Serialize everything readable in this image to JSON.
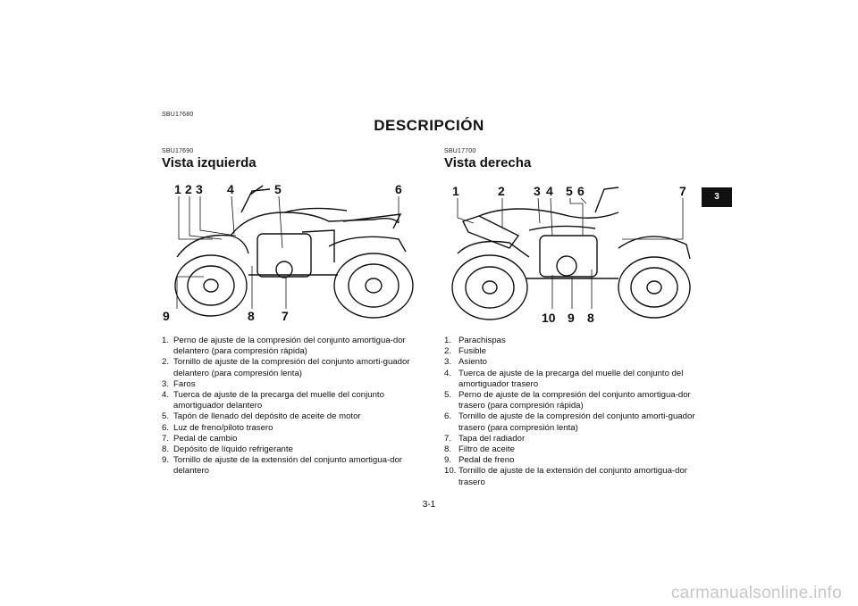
{
  "header": {
    "code_top": "SBU17680",
    "title": "DESCRIPCIÓN"
  },
  "tab": {
    "label": "3"
  },
  "left": {
    "code": "SBU17690",
    "title": "Vista izquierda",
    "callouts_top": [
      "1",
      "2",
      "3",
      "4",
      "5",
      "6"
    ],
    "callouts_bottom": [
      "9",
      "8",
      "7"
    ],
    "items": [
      {
        "n": "1.",
        "text": "Perno de ajuste de la compresión del conjunto amortigua-dor delantero (para compresión rápida)"
      },
      {
        "n": "2.",
        "text": "Tornillo de ajuste de la compresión del conjunto amorti-guador delantero (para compresión lenta)"
      },
      {
        "n": "3.",
        "text": "Faros"
      },
      {
        "n": "4.",
        "text": "Tuerca de ajuste de la precarga del muelle del conjunto amortiguador delantero"
      },
      {
        "n": "5.",
        "text": "Tapón de llenado del depósito de aceite de motor"
      },
      {
        "n": "6.",
        "text": "Luz de freno/piloto trasero"
      },
      {
        "n": "7.",
        "text": "Pedal de cambio"
      },
      {
        "n": "8.",
        "text": "Depósito de líquido refrigerante"
      },
      {
        "n": "9.",
        "text": "Tornillo de ajuste de la extensión del conjunto amortigua-dor delantero"
      }
    ]
  },
  "right": {
    "code": "SBU17700",
    "title": "Vista derecha",
    "callouts_top": [
      "1",
      "2",
      "3",
      "4",
      "5",
      "6",
      "7"
    ],
    "callouts_bottom": [
      "10",
      "9",
      "8"
    ],
    "items": [
      {
        "n": "1.",
        "text": "Parachispas"
      },
      {
        "n": "2.",
        "text": "Fusible"
      },
      {
        "n": "3.",
        "text": "Asiento"
      },
      {
        "n": "4.",
        "text": "Tuerca de ajuste de la precarga del muelle del conjunto del amortiguador trasero"
      },
      {
        "n": "5.",
        "text": "Perno de ajuste de la compresión del conjunto amortigua-dor trasero (para compresión rápida)"
      },
      {
        "n": "6.",
        "text": "Tornillo de ajuste de la compresión del conjunto amorti-guador trasero (para compresión lenta)"
      },
      {
        "n": "7.",
        "text": "Tapa del radiador"
      },
      {
        "n": "8.",
        "text": "Filtro de aceite"
      },
      {
        "n": "9.",
        "text": "Pedal de freno"
      },
      {
        "n": "10.",
        "text": "Tornillo de ajuste de la extensión del conjunto amortigua-dor trasero"
      }
    ]
  },
  "footer": {
    "page_number": "3-1",
    "watermark": "carmanualsonline.info"
  }
}
